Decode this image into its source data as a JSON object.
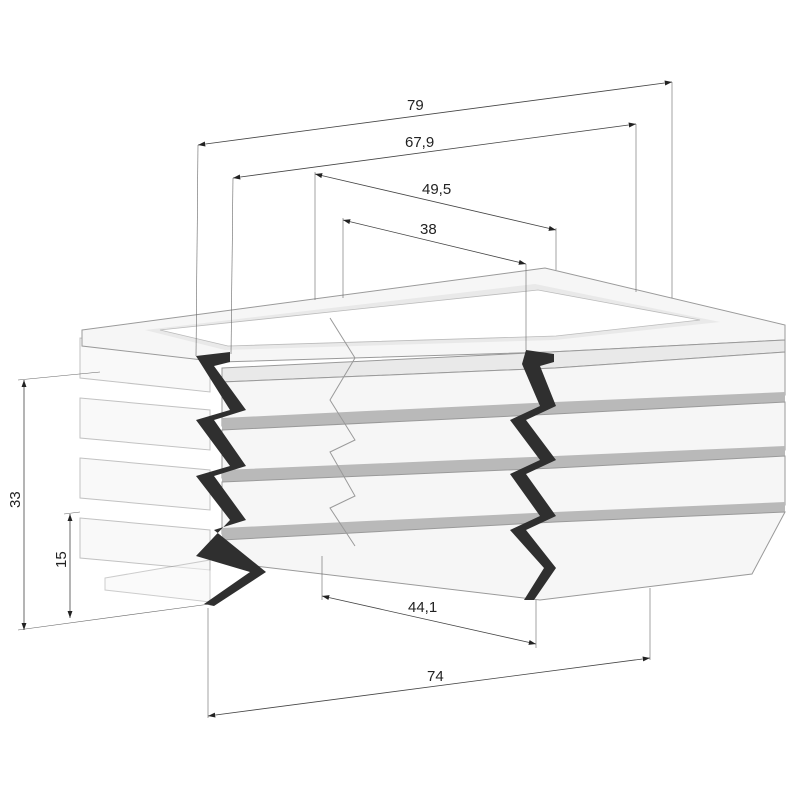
{
  "dimensions": {
    "outer_length": "79",
    "inner_length": "67,9",
    "outer_width": "49,5",
    "inner_width": "38",
    "height_total": "33",
    "height_compressed": "15",
    "bottom_inner_width": "44,1",
    "bottom_outer_length": "74"
  }
}
